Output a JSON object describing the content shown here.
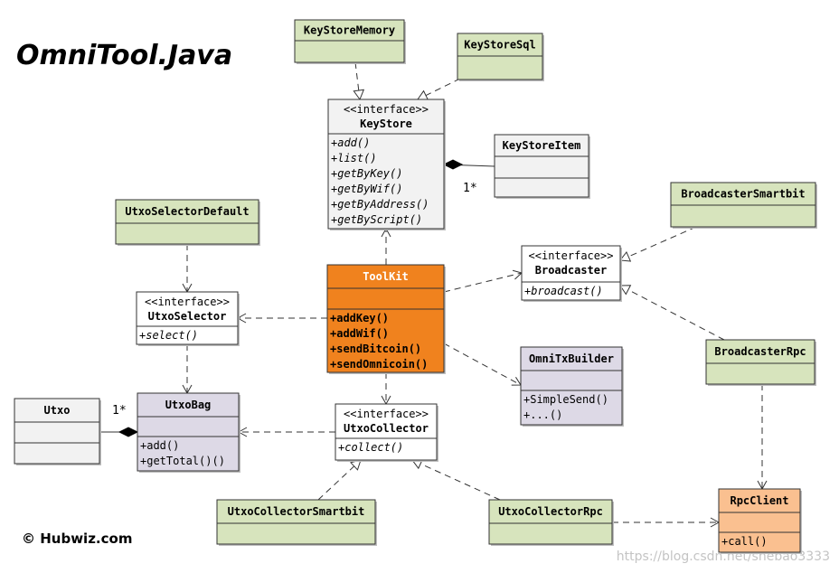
{
  "title": "OmniTool.Java",
  "footer": "© Hubwiz.com",
  "watermark": "https://blog.csdn.net/shebao3333",
  "colors": {
    "concrete": "#d7e4bd",
    "interface": "#f2f2f2",
    "toolkit": "#f0821e",
    "value": "#ddd9e6",
    "rpc": "#fac090",
    "plain": "#ffffff",
    "border": "#333333"
  },
  "classes": [
    {
      "id": "KeyStoreMemory",
      "stereotype": "",
      "name": "KeyStoreMemory",
      "fill": "concrete",
      "members": []
    },
    {
      "id": "KeyStoreSql",
      "stereotype": "",
      "name": "KeyStoreSql",
      "fill": "concrete",
      "members": []
    },
    {
      "id": "KeyStore",
      "stereotype": "<<interface>>",
      "name": "KeyStore",
      "fill": "interface",
      "members": [
        "+add()",
        "+list()",
        "+getByKey()",
        "+getByWif()",
        "+getByAddress()",
        "+getByScript()"
      ],
      "italic": true
    },
    {
      "id": "KeyStoreItem",
      "stereotype": "",
      "name": "KeyStoreItem",
      "fill": "interface",
      "members": [],
      "empty_compartments": 2
    },
    {
      "id": "BroadcasterSmartbit",
      "stereotype": "",
      "name": "BroadcasterSmartbit",
      "fill": "concrete",
      "members": []
    },
    {
      "id": "UtxoSelectorDefault",
      "stereotype": "",
      "name": "UtxoSelectorDefault",
      "fill": "concrete",
      "members": []
    },
    {
      "id": "Broadcaster",
      "stereotype": "<<interface>>",
      "name": "Broadcaster",
      "fill": "plain",
      "members": [
        "+broadcast()"
      ],
      "italic": true
    },
    {
      "id": "ToolKit",
      "stereotype": "",
      "name": "ToolKit",
      "fill": "toolkit",
      "members": [
        "+addKey()",
        "+addWif()",
        "+sendBitcoin()",
        "+sendOmnicoin()"
      ],
      "bold": true
    },
    {
      "id": "UtxoSelector",
      "stereotype": "<<interface>>",
      "name": "UtxoSelector",
      "fill": "plain",
      "members": [
        "+select()"
      ],
      "italic": true
    },
    {
      "id": "OmniTxBuilder",
      "stereotype": "",
      "name": "OmniTxBuilder",
      "fill": "value",
      "members": [
        "+SimpleSend()",
        "+...()"
      ]
    },
    {
      "id": "BroadcasterRpc",
      "stereotype": "",
      "name": "BroadcasterRpc",
      "fill": "concrete",
      "members": []
    },
    {
      "id": "Utxo",
      "stereotype": "",
      "name": "Utxo",
      "fill": "interface",
      "members": [],
      "empty_compartments": 2
    },
    {
      "id": "UtxoBag",
      "stereotype": "",
      "name": "UtxoBag",
      "fill": "value",
      "members": [
        "+add()",
        "+getTotal()()"
      ]
    },
    {
      "id": "UtxoCollector",
      "stereotype": "<<interface>>",
      "name": "UtxoCollector",
      "fill": "plain",
      "members": [
        "+collect()"
      ],
      "italic": true
    },
    {
      "id": "UtxoCollectorSmartbit",
      "stereotype": "",
      "name": "UtxoCollectorSmartbit",
      "fill": "concrete",
      "members": []
    },
    {
      "id": "UtxoCollectorRpc",
      "stereotype": "",
      "name": "UtxoCollectorRpc",
      "fill": "concrete",
      "members": []
    },
    {
      "id": "RpcClient",
      "stereotype": "",
      "name": "RpcClient",
      "fill": "rpc",
      "members": [
        "+call()"
      ]
    }
  ],
  "relations": [
    {
      "from": "KeyStoreMemory",
      "to": "KeyStore",
      "kind": "realization"
    },
    {
      "from": "KeyStoreSql",
      "to": "KeyStore",
      "kind": "realization"
    },
    {
      "from": "KeyStore",
      "to": "KeyStoreItem",
      "kind": "composition",
      "multiplicity": "1*"
    },
    {
      "from": "ToolKit",
      "to": "KeyStore",
      "kind": "dependency"
    },
    {
      "from": "ToolKit",
      "to": "Broadcaster",
      "kind": "dependency"
    },
    {
      "from": "ToolKit",
      "to": "UtxoSelector",
      "kind": "dependency"
    },
    {
      "from": "ToolKit",
      "to": "OmniTxBuilder",
      "kind": "dependency"
    },
    {
      "from": "ToolKit",
      "to": "UtxoCollector",
      "kind": "dependency"
    },
    {
      "from": "BroadcasterSmartbit",
      "to": "Broadcaster",
      "kind": "realization"
    },
    {
      "from": "BroadcasterRpc",
      "to": "Broadcaster",
      "kind": "realization"
    },
    {
      "from": "BroadcasterRpc",
      "to": "RpcClient",
      "kind": "dependency"
    },
    {
      "from": "UtxoSelectorDefault",
      "to": "UtxoSelector",
      "kind": "dependency"
    },
    {
      "from": "UtxoSelector",
      "to": "UtxoBag",
      "kind": "dependency"
    },
    {
      "from": "UtxoCollector",
      "to": "UtxoBag",
      "kind": "dependency"
    },
    {
      "from": "UtxoBag",
      "to": "Utxo",
      "kind": "composition",
      "multiplicity": "1*"
    },
    {
      "from": "UtxoCollectorSmartbit",
      "to": "UtxoCollector",
      "kind": "realization"
    },
    {
      "from": "UtxoCollectorRpc",
      "to": "UtxoCollector",
      "kind": "realization"
    },
    {
      "from": "UtxoCollectorRpc",
      "to": "RpcClient",
      "kind": "dependency"
    }
  ]
}
